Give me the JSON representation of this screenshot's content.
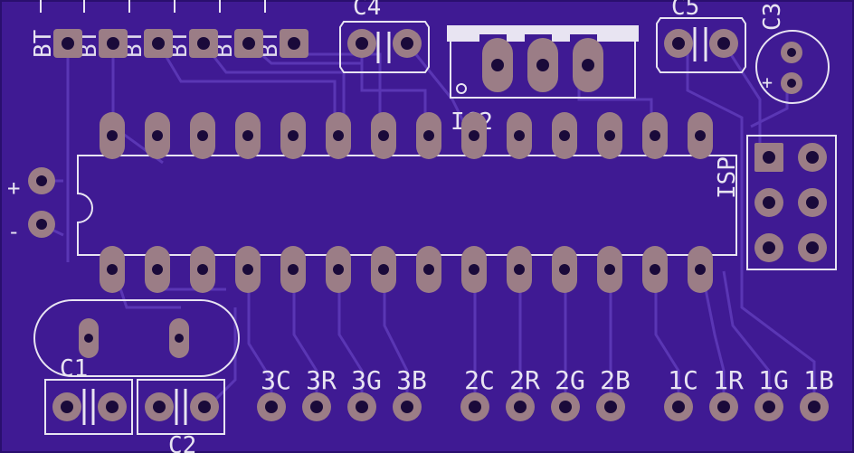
{
  "colors": {
    "board": "#3f1a93",
    "trace": "#5a36b4",
    "silk": "#e8e4f2",
    "pad": "#9b7d86",
    "drill": "#1a0a3a"
  },
  "labels": {
    "bt": "BT",
    "c4": "C4",
    "c5": "C5",
    "c3": "C3",
    "ic2": "IC2",
    "isp": "ISP",
    "c1": "C1",
    "c2": "C2",
    "plus": "+",
    "minus": "-",
    "plus_c3": "+"
  },
  "led_labels": [
    "3C",
    "3R",
    "3G",
    "3B",
    "2C",
    "2R",
    "2G",
    "2B",
    "1C",
    "1R",
    "1G",
    "1B"
  ]
}
